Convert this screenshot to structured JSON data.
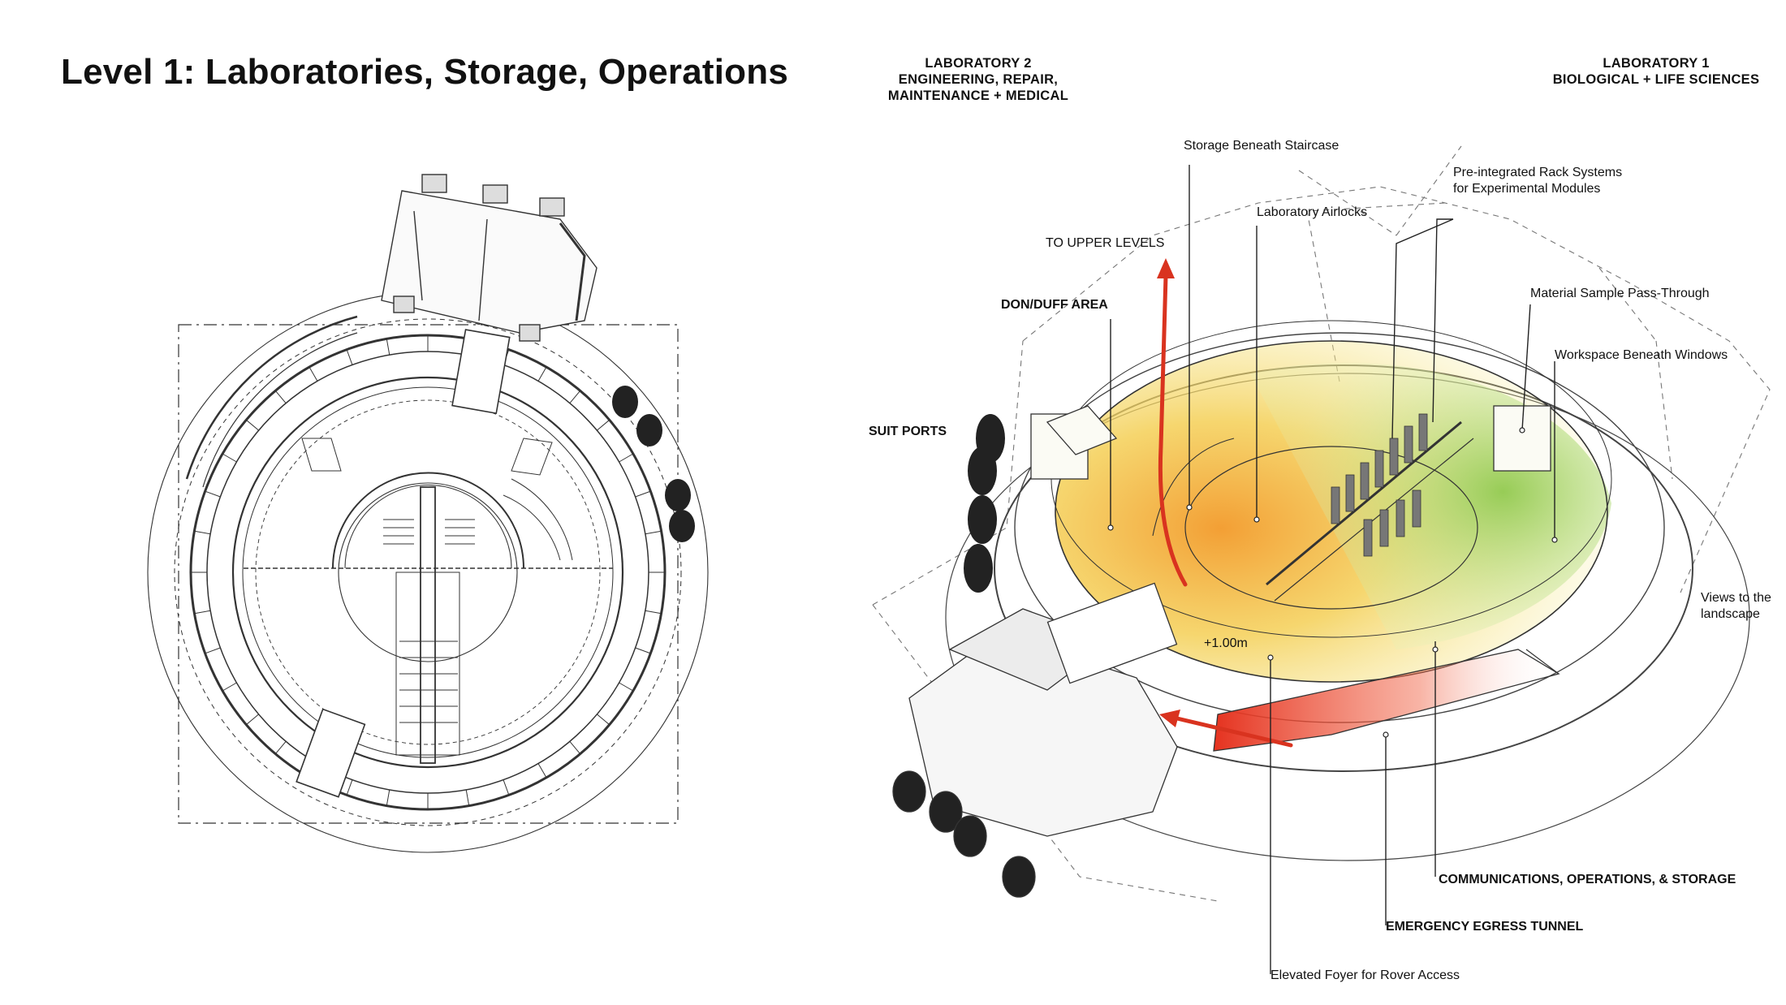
{
  "title": "Level 1: Laboratories, Storage, Operations",
  "headers": {
    "lab2": [
      "LABORATORY 2",
      "ENGINEERING, REPAIR,",
      "MAINTENANCE + MEDICAL"
    ],
    "lab1": [
      "LABORATORY 1",
      "BIOLOGICAL + LIFE SCIENCES"
    ]
  },
  "labels": {
    "storage_staircase": "Storage Beneath Staircase",
    "rack_systems": [
      "Pre-integrated Rack Systems",
      "for Experimental Modules"
    ],
    "airlocks": "Laboratory Airlocks",
    "to_upper": "TO UPPER LEVELS",
    "don_duff": "DON/DUFF AREA",
    "material_pass": "Material Sample Pass-Through",
    "workspace_windows": "Workspace Beneath Windows",
    "suit_ports": "SUIT PORTS",
    "views": [
      "Views to the",
      "landscape"
    ],
    "elevation": "+1.00m",
    "comms": "COMMUNICATIONS, OPERATIONS, & STORAGE",
    "egress": "EMERGENCY EGRESS TUNNEL",
    "foyer": "Elevated Foyer for Rover Access"
  },
  "colors": {
    "arrow_red": "#d9331f",
    "warm_orange": "#f3a12e",
    "warm_yellow": "#f4e06a",
    "lab_green": "#a9d86a",
    "egress_red": "#e5321f",
    "line": "#333333"
  }
}
